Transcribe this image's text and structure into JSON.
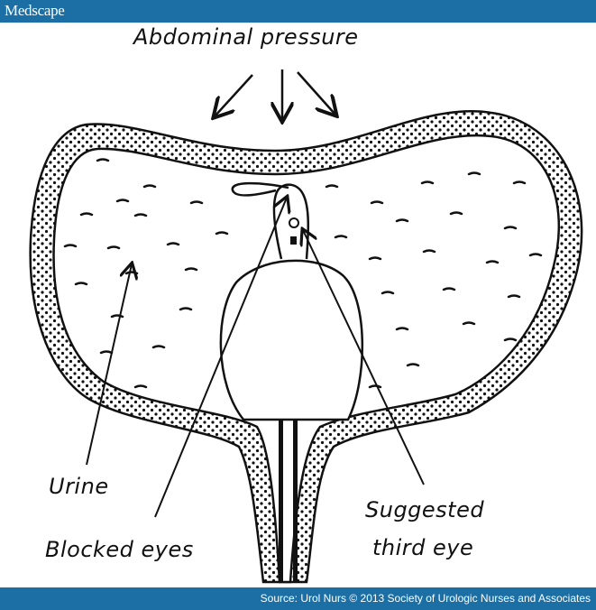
{
  "header": {
    "brand": "Medscape",
    "bar_color": "#1b6fa5"
  },
  "footer": {
    "source": "Source: Urol Nurs © 2013 Society of Urologic Nurses and Associates"
  },
  "diagram": {
    "labels": {
      "abdominal_pressure": "Abdominal pressure",
      "urine": "Urine",
      "blocked_eyes": "Blocked eyes",
      "suggested_line1": "Suggested",
      "suggested_line2": "third eye"
    }
  }
}
